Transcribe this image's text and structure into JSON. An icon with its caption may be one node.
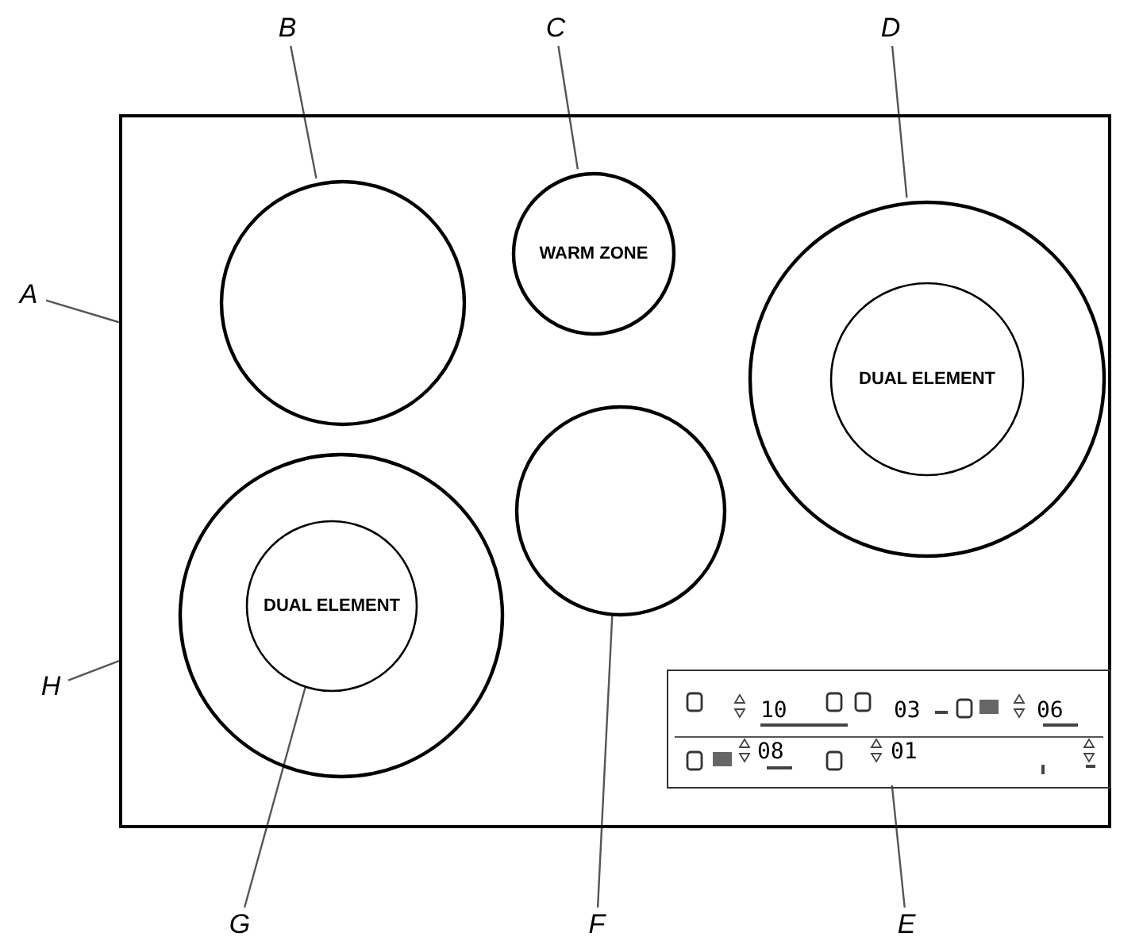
{
  "diagram": {
    "nodes": [
      {
        "text": [],
        "shape": "box"
      },
      {
        "text": [],
        "shape": "circle",
        "in": 0
      },
      {
        "text": [
          "WARM ZONE"
        ],
        "in": 0
      },
      {
        "text": [],
        "shape": "circle",
        "in": 0
      },
      {
        "text": [
          "DUAL ELEMENT"
        ],
        "in": 3
      },
      {
        "text": [],
        "shape": "circle",
        "in": 0
      },
      {
        "text": [
          "DUAL ELEMENT"
        ],
        "in": 5
      },
      {
        "text": [],
        "shape": "circle",
        "in": 0
      },
      {
        "text": [
          "10",
          "03",
          "06",
          "08",
          "01"
        ],
        "in": 0
      },
      {
        "text": [
          "A"
        ]
      },
      {
        "text": [
          "B"
        ]
      },
      {
        "text": [
          "C"
        ]
      },
      {
        "text": [
          "D"
        ]
      },
      {
        "text": [
          "E"
        ]
      },
      {
        "text": [
          "F"
        ]
      },
      {
        "text": [
          "G"
        ]
      },
      {
        "text": [
          "H"
        ]
      }
    ],
    "edges": [
      {
        "from": 9,
        "to": 0,
        "arrow": "none"
      },
      {
        "from": 10,
        "to": 1,
        "arrow": "none"
      },
      {
        "from": 11,
        "to": 2,
        "arrow": "none"
      },
      {
        "from": 12,
        "to": 3,
        "arrow": "none"
      },
      {
        "from": 13,
        "to": 8,
        "arrow": "none"
      },
      {
        "from": 14,
        "to": 7,
        "arrow": "none"
      },
      {
        "from": 15,
        "to": 6,
        "arrow": "none"
      },
      {
        "from": 16,
        "to": 0,
        "arrow": "none"
      }
    ]
  }
}
